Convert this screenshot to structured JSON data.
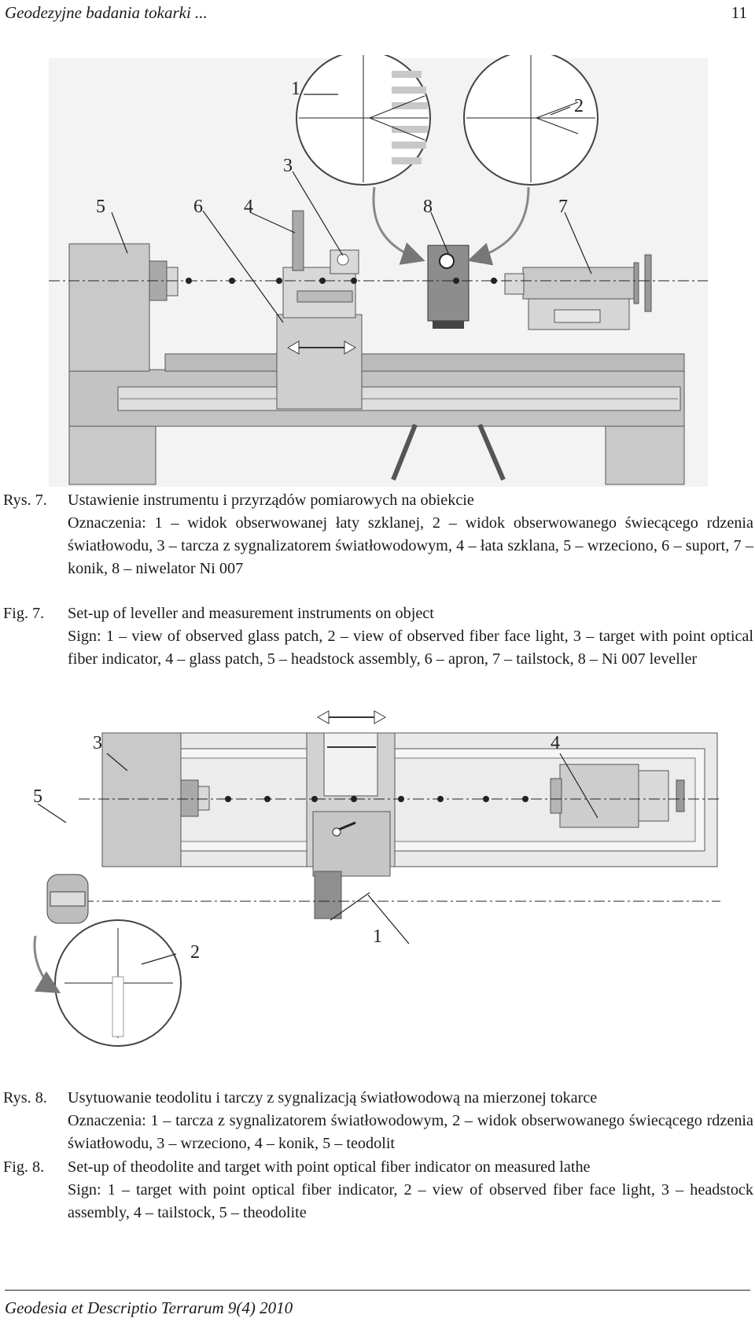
{
  "header": {
    "running_title": "Geodezyjne badania tokarki ...",
    "page_number": "11"
  },
  "figure7": {
    "labels": [
      "1",
      "2",
      "3",
      "4",
      "5",
      "6",
      "7",
      "8"
    ],
    "caption_pl": {
      "label": "Rys. 7.",
      "title": "Ustawienie instrumentu i przyrządów pomiarowych na obiekcie",
      "legend": "Oznaczenia: 1 – widok obserwowanej łaty szklanej, 2 – widok obserwowanego świecącego rdzenia światłowodu, 3 – tarcza z sygnalizatorem światłowodowym, 4 – łata szklana, 5 – wrzeciono, 6 – suport, 7 – konik, 8 – niwelator Ni 007"
    },
    "caption_en": {
      "label": "Fig. 7.",
      "title": "Set-up of leveller and measurement instruments on object",
      "legend": "Sign: 1 – view of observed glass patch, 2 – view of observed fiber face light, 3 – target with point optical fiber indicator, 4 – glass patch, 5 – headstock assembly, 6 – apron, 7 – tailstock, 8 – Ni 007 leveller"
    }
  },
  "figure8": {
    "labels": [
      "1",
      "2",
      "3",
      "4",
      "5"
    ],
    "caption_pl": {
      "label": "Rys. 8.",
      "title": "Usytuowanie teodolitu i tarczy z sygnalizacją światłowodową na mierzonej tokarce",
      "legend": "Oznaczenia: 1 – tarcza z sygnalizatorem światłowodowym, 2 – widok obserwowanego świecącego rdzenia światłowodu, 3 – wrzeciono, 4 – konik, 5 – teodolit"
    },
    "caption_en": {
      "label": "Fig. 8.",
      "title": "Set-up of theodolite and target with point optical fiber indicator on measured lathe",
      "legend": "Sign: 1 – target with point optical fiber indicator, 2 – view of observed fiber face light, 3 – headstock assembly, 4 – tailstock, 5 – theodolite"
    }
  },
  "footer": {
    "journal": "Geodesia et Descriptio Terrarum 9(4) 2010"
  }
}
